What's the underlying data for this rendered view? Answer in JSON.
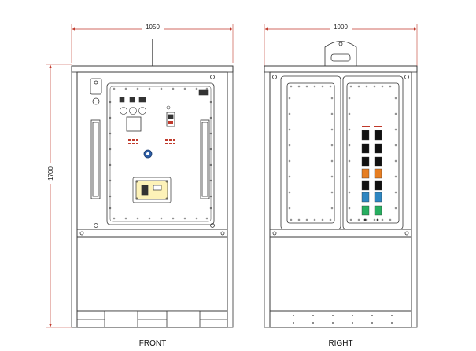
{
  "dimensions": {
    "front_width": "1050",
    "right_width": "1000",
    "height": "1700"
  },
  "views": {
    "front_label": "FRONT",
    "right_label": "RIGHT"
  },
  "colors": {
    "dimension_line": "#c0392b",
    "outline": "#333333",
    "connector_red": "#c0392b",
    "connector_orange": "#e67e22",
    "connector_blue": "#2e86c1",
    "connector_green": "#27ae60",
    "socket_blue": "#2e5fa8"
  }
}
